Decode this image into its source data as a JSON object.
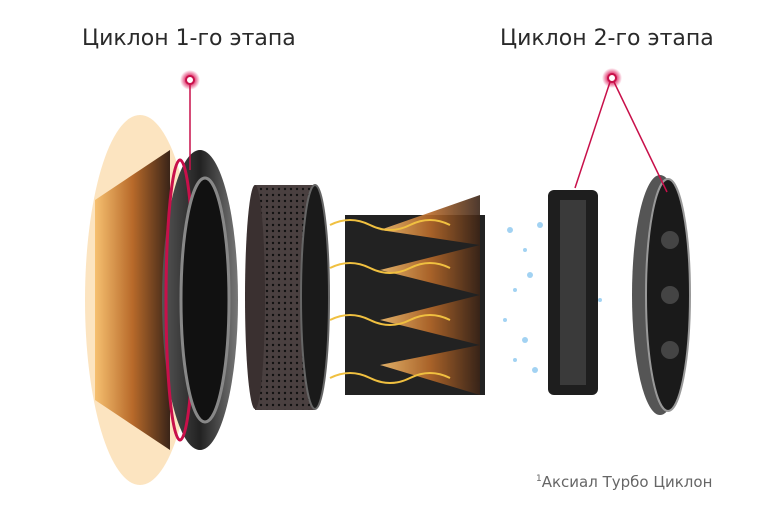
{
  "labels": {
    "stage1": "Циклон 1-го этапа",
    "stage2": "Циклон 2-го этапа"
  },
  "footnote": {
    "marker": "1",
    "text": "Аксиал Турбо Циклон"
  },
  "colors": {
    "callout": "#c8104a",
    "copper": "#c8782a",
    "dark_metal": "#2a2a2a",
    "particles": "#8cc8f0"
  }
}
